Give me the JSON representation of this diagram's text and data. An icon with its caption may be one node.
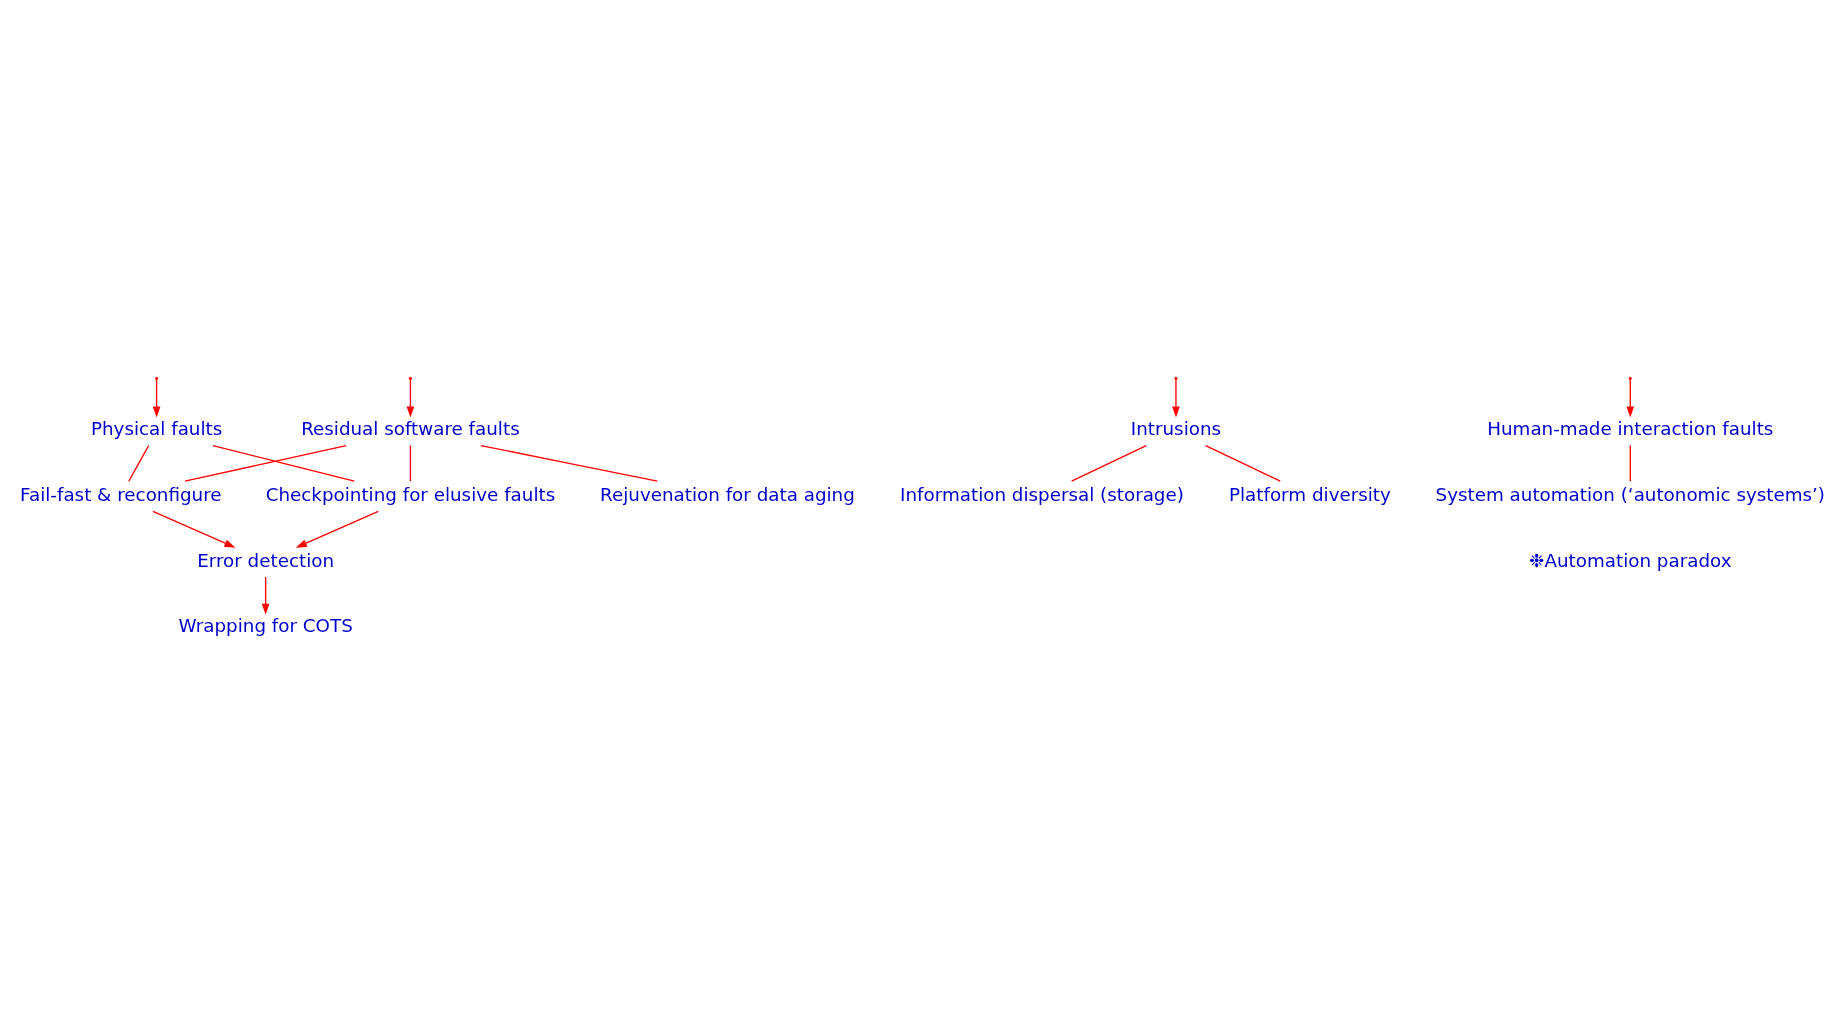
{
  "diagram": {
    "nodes": [
      {
        "text": [
          "Physical faults"
        ]
      },
      {
        "text": [
          "Residual software faults"
        ]
      },
      {
        "text": [
          "Intrusions"
        ]
      },
      {
        "text": [
          "Human-made interaction faults"
        ]
      },
      {
        "text": [
          "Fail-fast & reconfigure"
        ]
      },
      {
        "text": [
          "Checkpointing for elusive faults"
        ]
      },
      {
        "text": [
          "Rejuvenation for data aging"
        ]
      },
      {
        "text": [
          "Information dispersal (storage)"
        ]
      },
      {
        "text": [
          "Platform diversity"
        ]
      },
      {
        "text": [
          "System automation (‘autonomic systems’)"
        ]
      },
      {
        "text": [
          "Error detection"
        ]
      },
      {
        "text": [
          "Wrapping for COTS"
        ]
      }
    ],
    "edges": [
      {
        "from": null,
        "to": 0,
        "arrow": "to"
      },
      {
        "from": null,
        "to": 1,
        "arrow": "to"
      },
      {
        "from": null,
        "to": 2,
        "arrow": "to"
      },
      {
        "from": null,
        "to": 3,
        "arrow": "to"
      },
      {
        "from": 0,
        "to": 4,
        "arrow": "none"
      },
      {
        "from": 0,
        "to": 5,
        "arrow": "none"
      },
      {
        "from": 1,
        "to": 4,
        "arrow": "none"
      },
      {
        "from": 1,
        "to": 5,
        "arrow": "none"
      },
      {
        "from": 1,
        "to": 6,
        "arrow": "none"
      },
      {
        "from": 2,
        "to": 7,
        "arrow": "none"
      },
      {
        "from": 2,
        "to": 8,
        "arrow": "none"
      },
      {
        "from": 3,
        "to": 9,
        "arrow": "none"
      },
      {
        "from": 4,
        "to": 10,
        "arrow": "to"
      },
      {
        "from": 5,
        "to": 10,
        "arrow": "to"
      },
      {
        "from": 10,
        "to": 11,
        "arrow": "to"
      }
    ],
    "labels": [
      "❉Automation paradox"
    ]
  }
}
